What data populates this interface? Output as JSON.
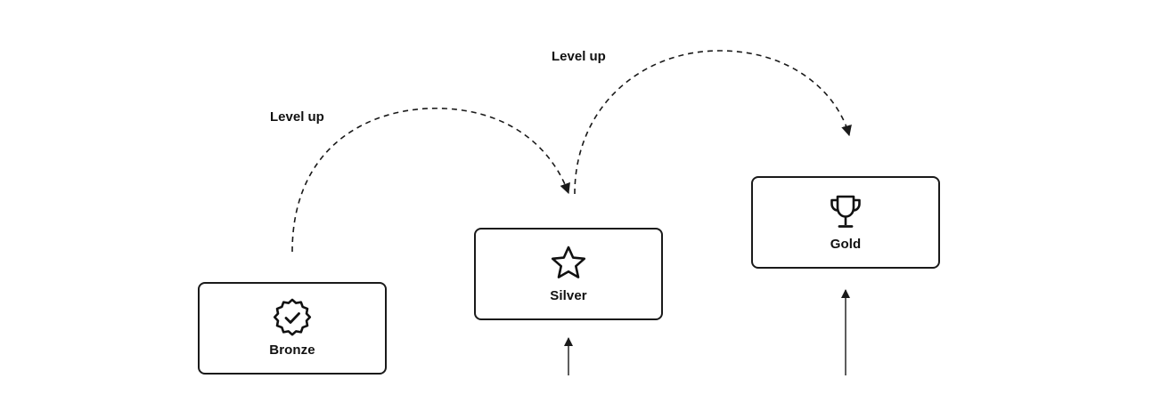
{
  "tiers": [
    {
      "label": "Bronze",
      "icon": "badge-check-icon"
    },
    {
      "label": "Silver",
      "icon": "star-icon"
    },
    {
      "label": "Gold",
      "icon": "trophy-icon"
    }
  ],
  "transitions": [
    {
      "label": "Level up",
      "from": "Bronze",
      "to": "Silver"
    },
    {
      "label": "Level up",
      "from": "Silver",
      "to": "Gold"
    }
  ],
  "colors": {
    "stroke": "#1a1a1a",
    "background": "#ffffff"
  }
}
